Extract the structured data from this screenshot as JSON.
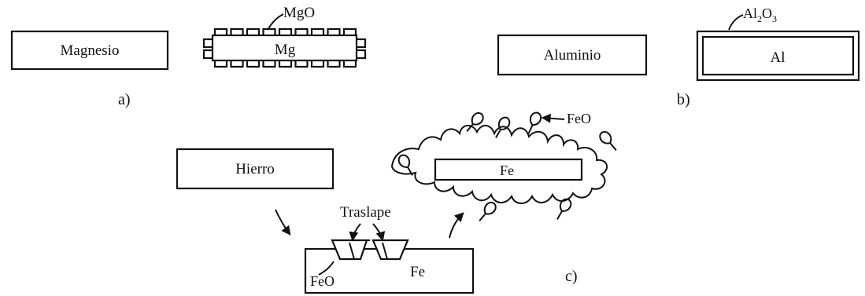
{
  "panel_a": {
    "box_label": "Magnesio",
    "metal_label": "Mg",
    "oxide_label": "MgO",
    "caption": "a)"
  },
  "panel_b": {
    "box_label": "Aluminio",
    "metal_label": "Al",
    "oxide_label": "Al",
    "oxide_sub1": "2",
    "oxide_mid": "O",
    "oxide_sub2": "3",
    "caption": "b)"
  },
  "panel_c": {
    "box_label": "Hierro",
    "metal_label_top": "Fe",
    "metal_label_bottom": "Fe",
    "oxide_label_top": "FeO",
    "oxide_label_bottom": "FeO",
    "overlap_label": "Traslape",
    "caption": "c)"
  }
}
